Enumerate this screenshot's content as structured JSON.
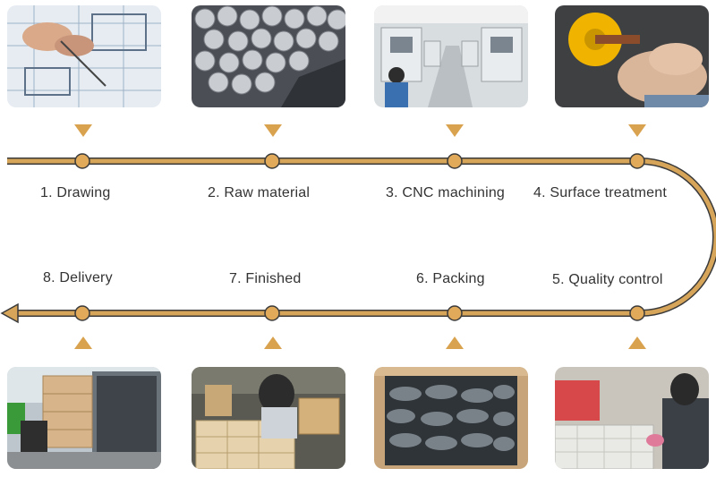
{
  "colors": {
    "line": "#d6a55a",
    "line_stroke": "#3a3a3a",
    "marker": "#e0aa5a",
    "text": "#333333"
  },
  "steps": [
    {
      "label": "1. Drawing",
      "image": "blueprint-drawing-photo"
    },
    {
      "label": "2. Raw material",
      "image": "metal-rods-photo"
    },
    {
      "label": "3. CNC machining",
      "image": "cnc-workshop-photo"
    },
    {
      "label": "4. Surface treatment",
      "image": "polishing-photo"
    },
    {
      "label": "5. Quality control",
      "image": "inspection-photo"
    },
    {
      "label": "6. Packing",
      "image": "packing-box-photo"
    },
    {
      "label": "7. Finished",
      "image": "warehouse-boxes-photo"
    },
    {
      "label": "8. Delivery",
      "image": "container-loading-photo"
    }
  ]
}
